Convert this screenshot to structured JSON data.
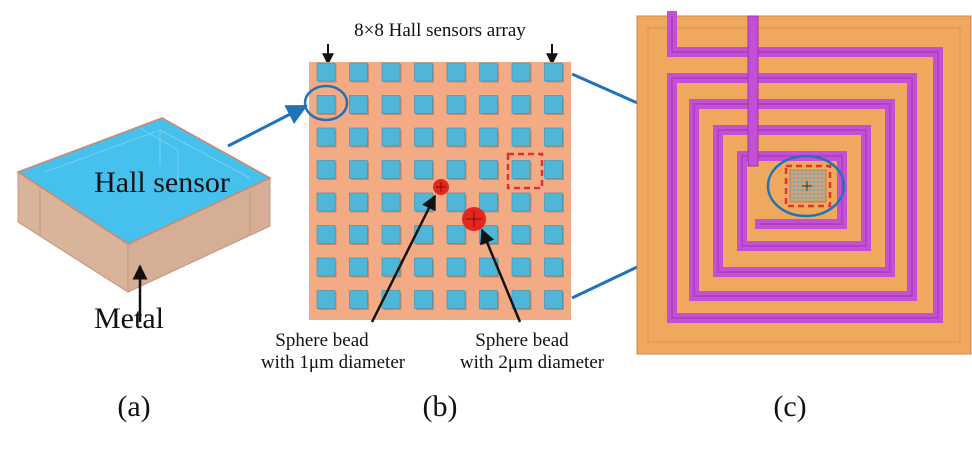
{
  "panel_a": {
    "sensor_label": "Hall sensor",
    "metal_label": "Metal",
    "caption": "(a)"
  },
  "panel_b": {
    "title": "8×8 Hall sensors array",
    "bead1_line1": "Sphere bead",
    "bead1_line2": "with 1μm diameter",
    "bead2_line1": "Sphere bead",
    "bead2_line2": "with 2μm diameter",
    "caption": "(b)",
    "array_rows": 8,
    "array_cols": 8
  },
  "panel_c": {
    "caption": "(c)"
  },
  "colors": {
    "substrate": "#f2ab84",
    "sensor": "#4fb6d8",
    "bead": "#e3271e",
    "arrow": "#2272b8",
    "coil": "#c44fd6",
    "chip": "#f0a85e",
    "highlight": "#e53030"
  }
}
